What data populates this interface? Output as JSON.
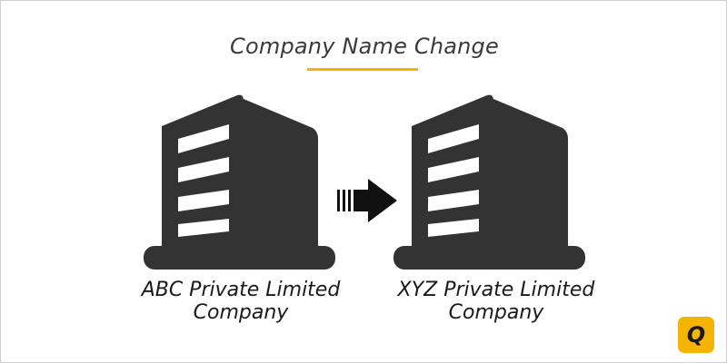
{
  "title": "Company Name Change",
  "from_company": {
    "line1": "ABC Private Limited",
    "line2": "Company"
  },
  "to_company": {
    "line1": "XYZ Private Limited",
    "line2": "Company"
  },
  "icons": {
    "building": "building-icon",
    "arrow": "right-arrow-icon",
    "logo": "brand-logo"
  },
  "logo_letter": "Q",
  "colors": {
    "building": "#333333",
    "accent": "#f4b400",
    "title_text": "#3a3a3a",
    "caption_text": "#1a1a1a"
  }
}
